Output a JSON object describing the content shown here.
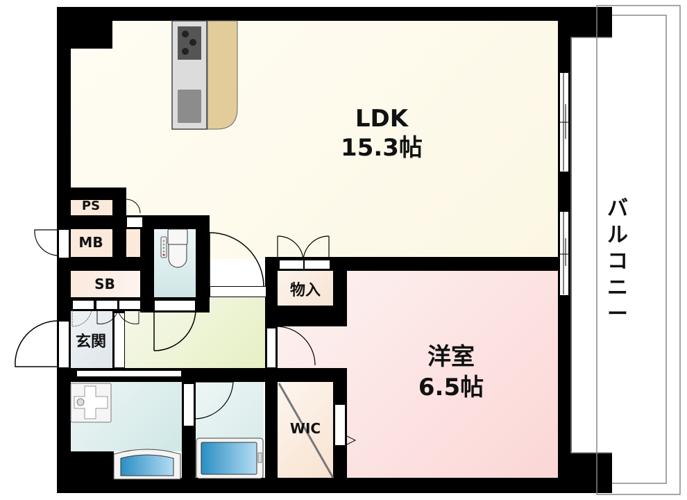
{
  "floorplan": {
    "rooms": {
      "ldk": {
        "name": "LDK",
        "area": "15.3帖"
      },
      "western_room": {
        "name": "洋室",
        "area": "6.5帖"
      },
      "balcony": {
        "name": "バルコニー",
        "chars": [
          "バ",
          "ル",
          "コ",
          "ニ",
          "ー"
        ]
      },
      "entrance": {
        "name": "玄関"
      },
      "closet": {
        "name": "物入"
      },
      "wic": {
        "name": "WIC"
      },
      "ps": {
        "name": "PS"
      },
      "mb": {
        "name": "MB"
      },
      "sb": {
        "name": "SB"
      }
    },
    "colors": {
      "ldk": "#fefcf0",
      "western_room": "#fde6e6",
      "storage": "#fbe9dc",
      "hall": "#eef4d6",
      "wet_area": "#dcefef",
      "entrance": "#e8edf1",
      "counter": "#e2cd9a",
      "wall": "#000000"
    }
  }
}
